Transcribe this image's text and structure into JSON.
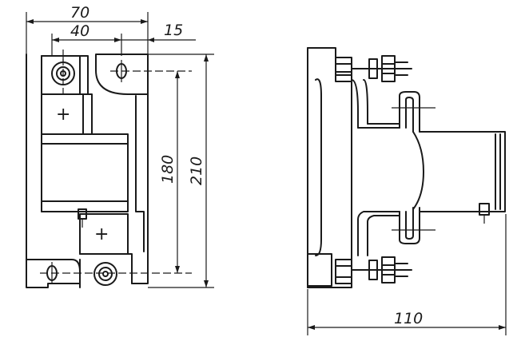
{
  "dimensions": {
    "width_total": "70",
    "width_inner": "40",
    "offset_right": "15",
    "height_inner": "180",
    "height_total": "210",
    "depth": "110"
  },
  "terminals": {
    "top_symbol": "+",
    "bottom_symbol": "+"
  }
}
